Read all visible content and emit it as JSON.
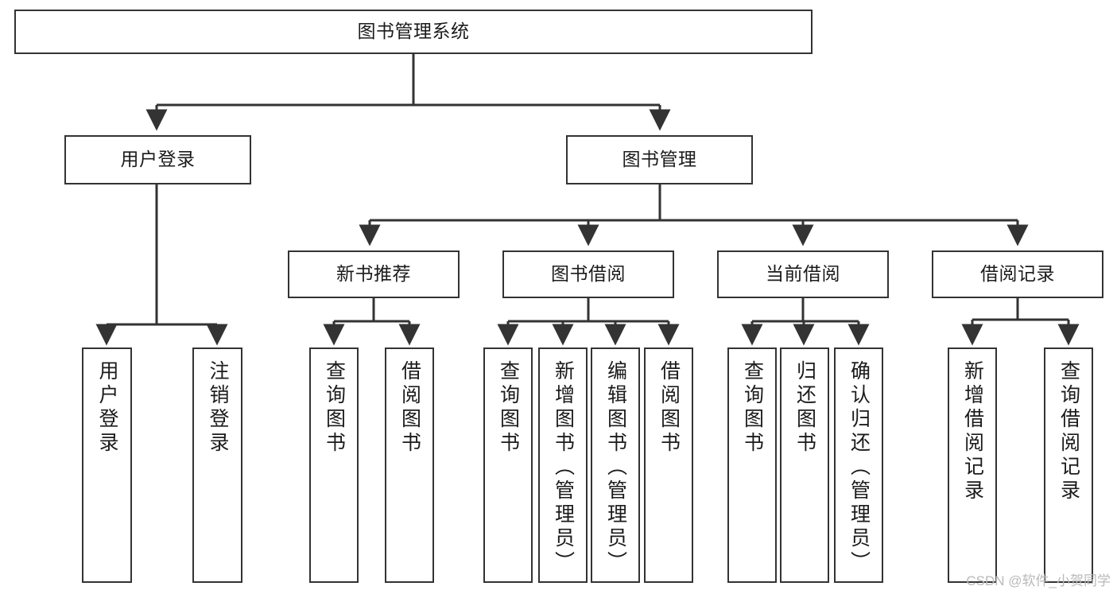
{
  "diagram": {
    "title": "图书管理系统",
    "type": "tree-hierarchy-diagram",
    "colors": {
      "box_border": "#333333",
      "box_fill": "#ffffff",
      "connector": "#333333",
      "text": "#1b1b1b",
      "watermark": "#b9b9b9"
    },
    "root": {
      "label": "图书管理系统"
    },
    "level2": [
      {
        "label": "用户登录"
      },
      {
        "label": "图书管理"
      }
    ],
    "level3": [
      {
        "label": "新书推荐"
      },
      {
        "label": "图书借阅"
      },
      {
        "label": "当前借阅"
      },
      {
        "label": "借阅记录"
      }
    ],
    "leaves": {
      "user_login": [
        {
          "label": "用户登录"
        },
        {
          "label": "注销登录"
        }
      ],
      "new_book_recommend": [
        {
          "label": "查询图书"
        },
        {
          "label": "借阅图书"
        }
      ],
      "book_borrow": [
        {
          "label": "查询图书"
        },
        {
          "label": "新增图书（管理员）"
        },
        {
          "label": "编辑图书（管理员）"
        },
        {
          "label": "借阅图书"
        }
      ],
      "current_borrow": [
        {
          "label": "查询图书"
        },
        {
          "label": "归还图书"
        },
        {
          "label": "确认归还（管理员）"
        }
      ],
      "borrow_record": [
        {
          "label": "新增借阅记录"
        },
        {
          "label": "查询借阅记录"
        }
      ]
    }
  },
  "watermark": {
    "text": "CSDN @软件_小贺同学"
  }
}
